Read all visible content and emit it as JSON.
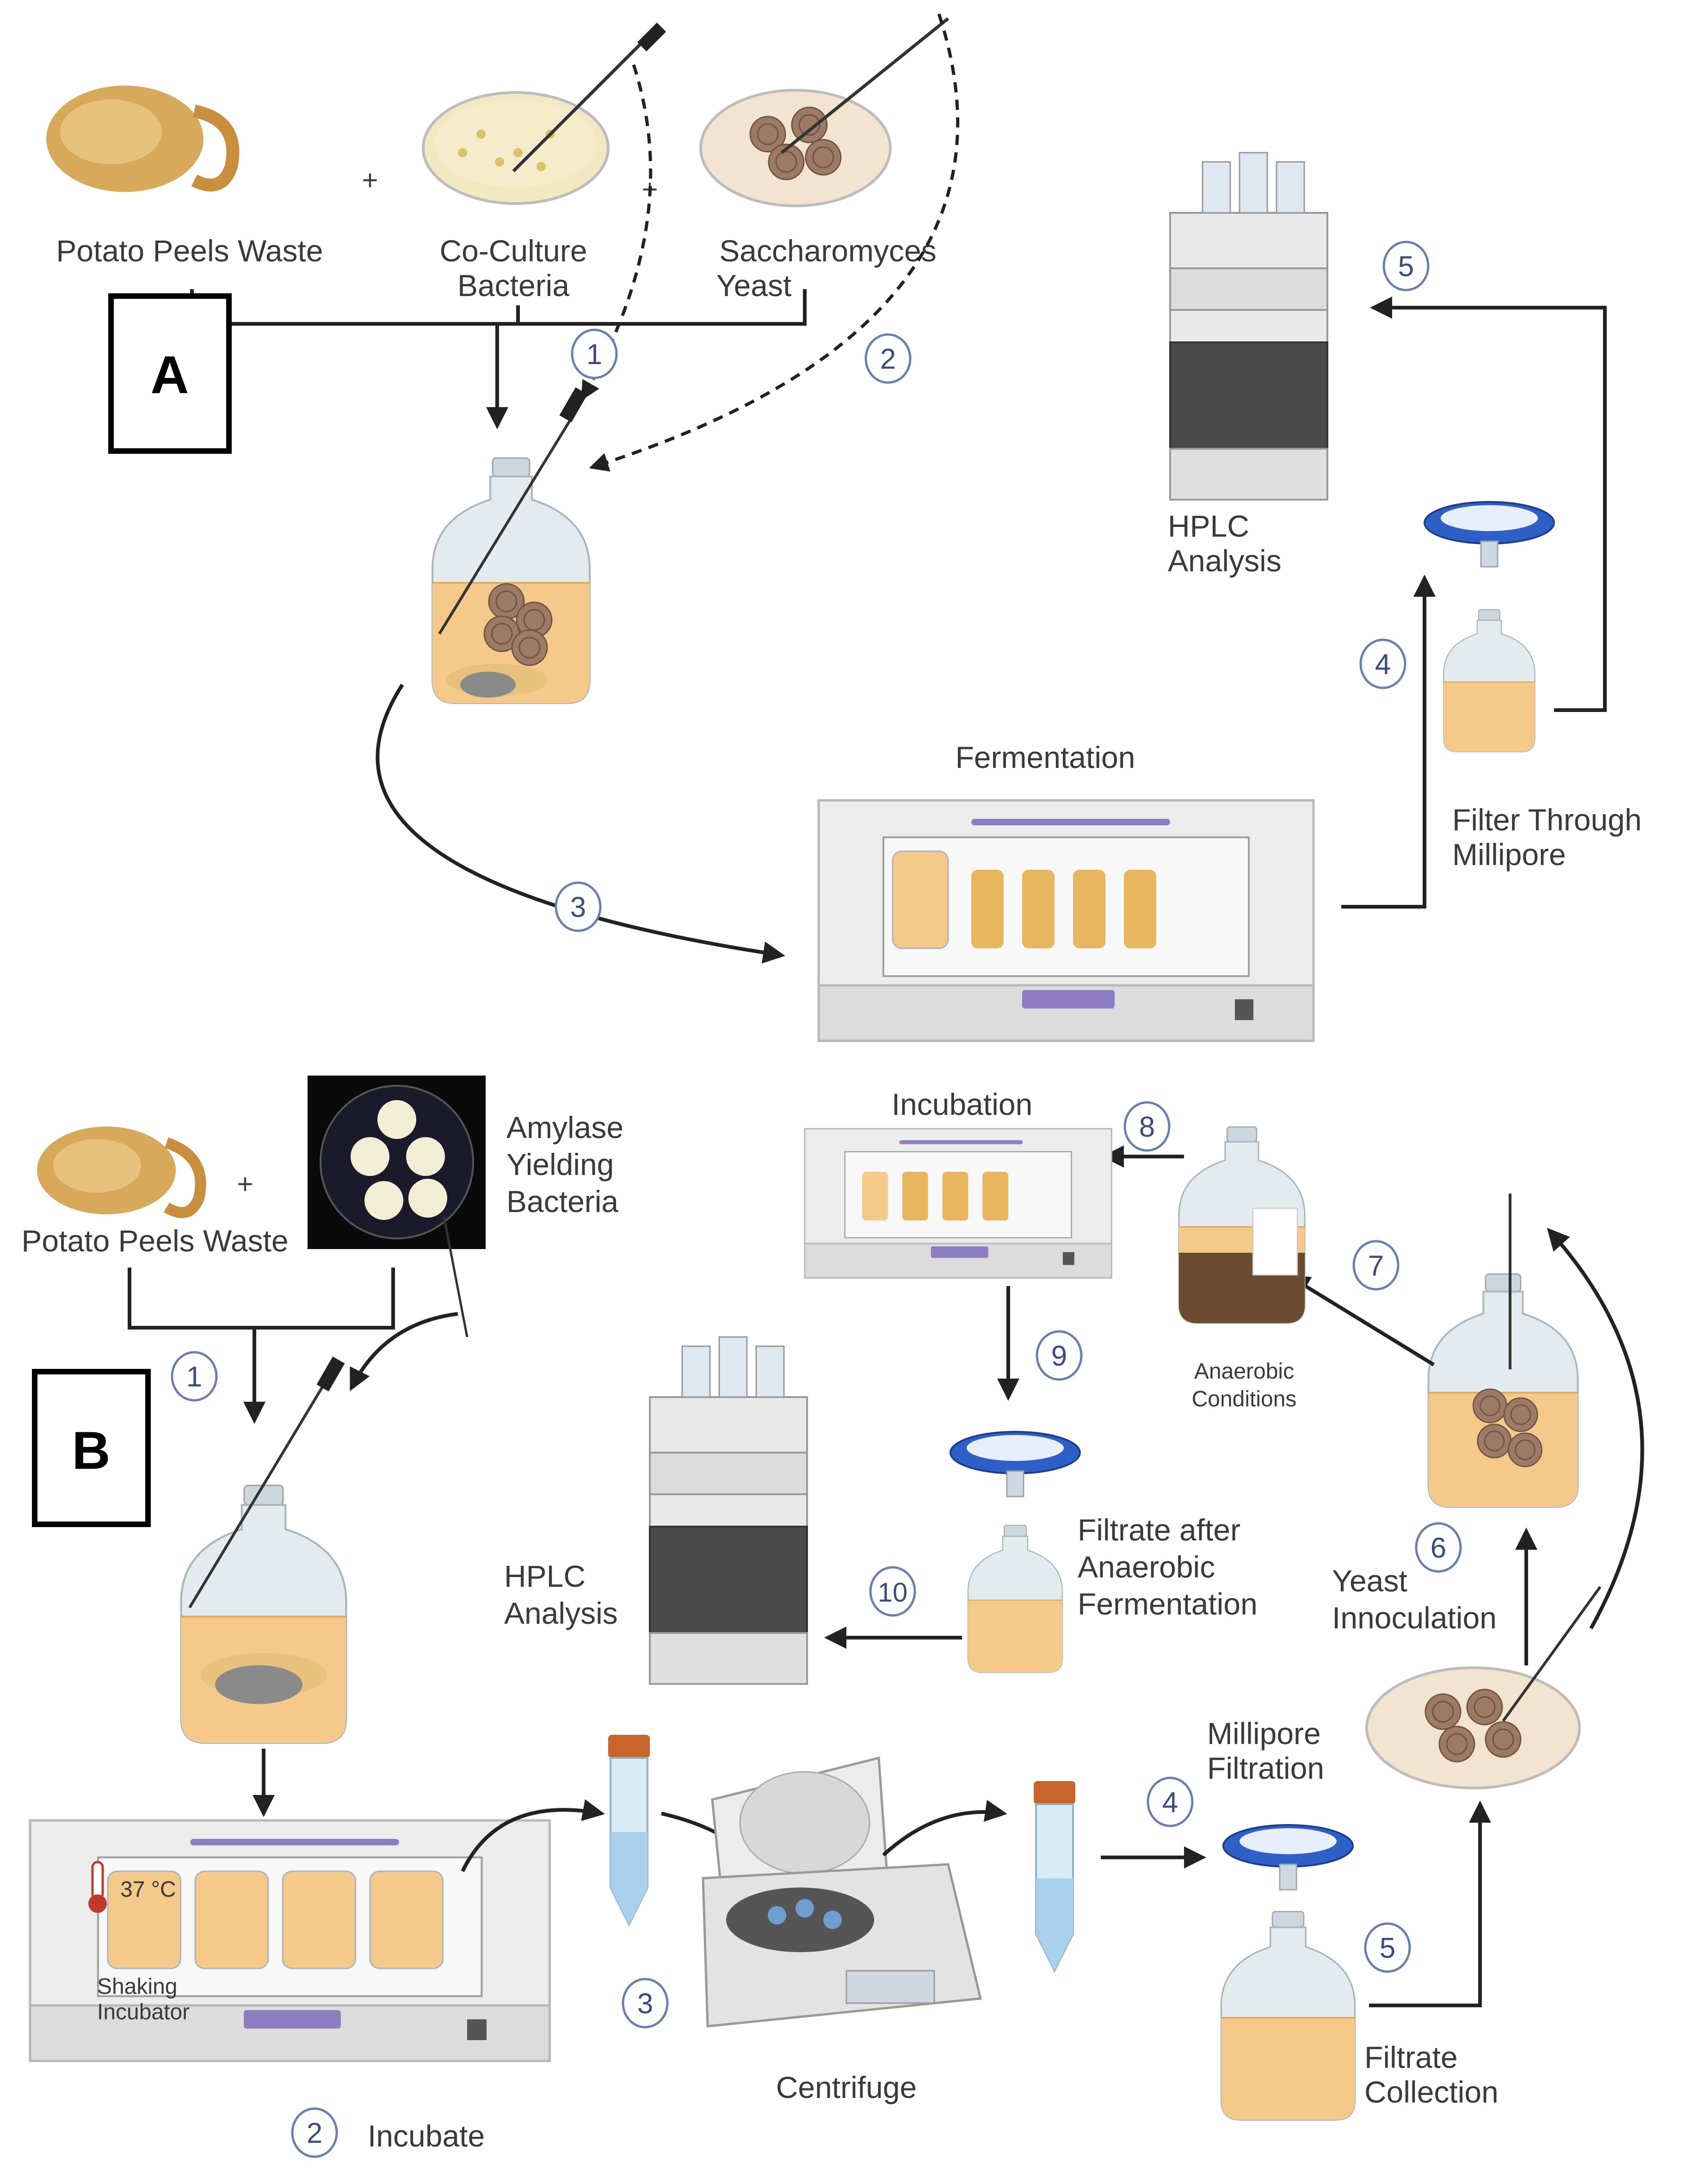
{
  "panel_a": {
    "tag": "A",
    "labels": {
      "potato": "Potato Peels Waste",
      "coculture_1": "Co-Culture",
      "coculture_2": "Bacteria",
      "yeast_1": "Saccharomyces",
      "yeast_2": "Yeast",
      "fermentation": "Fermentation",
      "filter_1": "Filter Through",
      "filter_2": "Millipore",
      "hplc_1": "HPLC",
      "hplc_2": "Analysis",
      "plus_1": "+",
      "plus_2": "+"
    },
    "steps": [
      "1",
      "2",
      "3",
      "4",
      "5"
    ]
  },
  "panel_b": {
    "tag": "B",
    "labels": {
      "potato": "Potato Peels Waste",
      "plus": "+",
      "amylase_1": "Amylase",
      "amylase_2": "Yielding",
      "amylase_3": "Bacteria",
      "temp": "37 °C",
      "shaking_1": "Shaking",
      "shaking_2": "Incubator",
      "incubate": "Incubate",
      "centrifuge": "Centrifuge",
      "millipore_1": "Millipore",
      "millipore_2": "Filtration",
      "filtrate_collection_1": "Filtrate",
      "filtrate_collection_2": "Collection",
      "yeast_inoc_1": "Yeast",
      "yeast_inoc_2": "Innoculation",
      "anaerobic_1": "Anaerobic",
      "anaerobic_2": "Conditions",
      "incubation": "Incubation",
      "filtrate_after_1": "Filtrate after",
      "filtrate_after_2": "Anaerobic",
      "filtrate_after_3": "Fermentation",
      "hplc_1": "HPLC",
      "hplc_2": "Analysis"
    },
    "steps": [
      "1",
      "2",
      "3",
      "4",
      "5",
      "6",
      "7",
      "8",
      "9",
      "10"
    ]
  },
  "colors": {
    "broth": "#f4c98a",
    "glass": "#dde6ea",
    "machine": "#e4e4e4",
    "accent_purple": "#8e7cc3",
    "filter_blue": "#2d5fc7",
    "yeast_brown": "#9c7a66",
    "tube_cap": "#c9652a"
  },
  "icons": [
    "potato-peel-icon",
    "petri-dish-icon",
    "bottle-icon",
    "incubator-icon",
    "hplc-icon",
    "syringe-filter-icon",
    "centrifuge-icon",
    "falcon-tube-icon",
    "thermometer-icon",
    "inoculation-loop-icon"
  ]
}
